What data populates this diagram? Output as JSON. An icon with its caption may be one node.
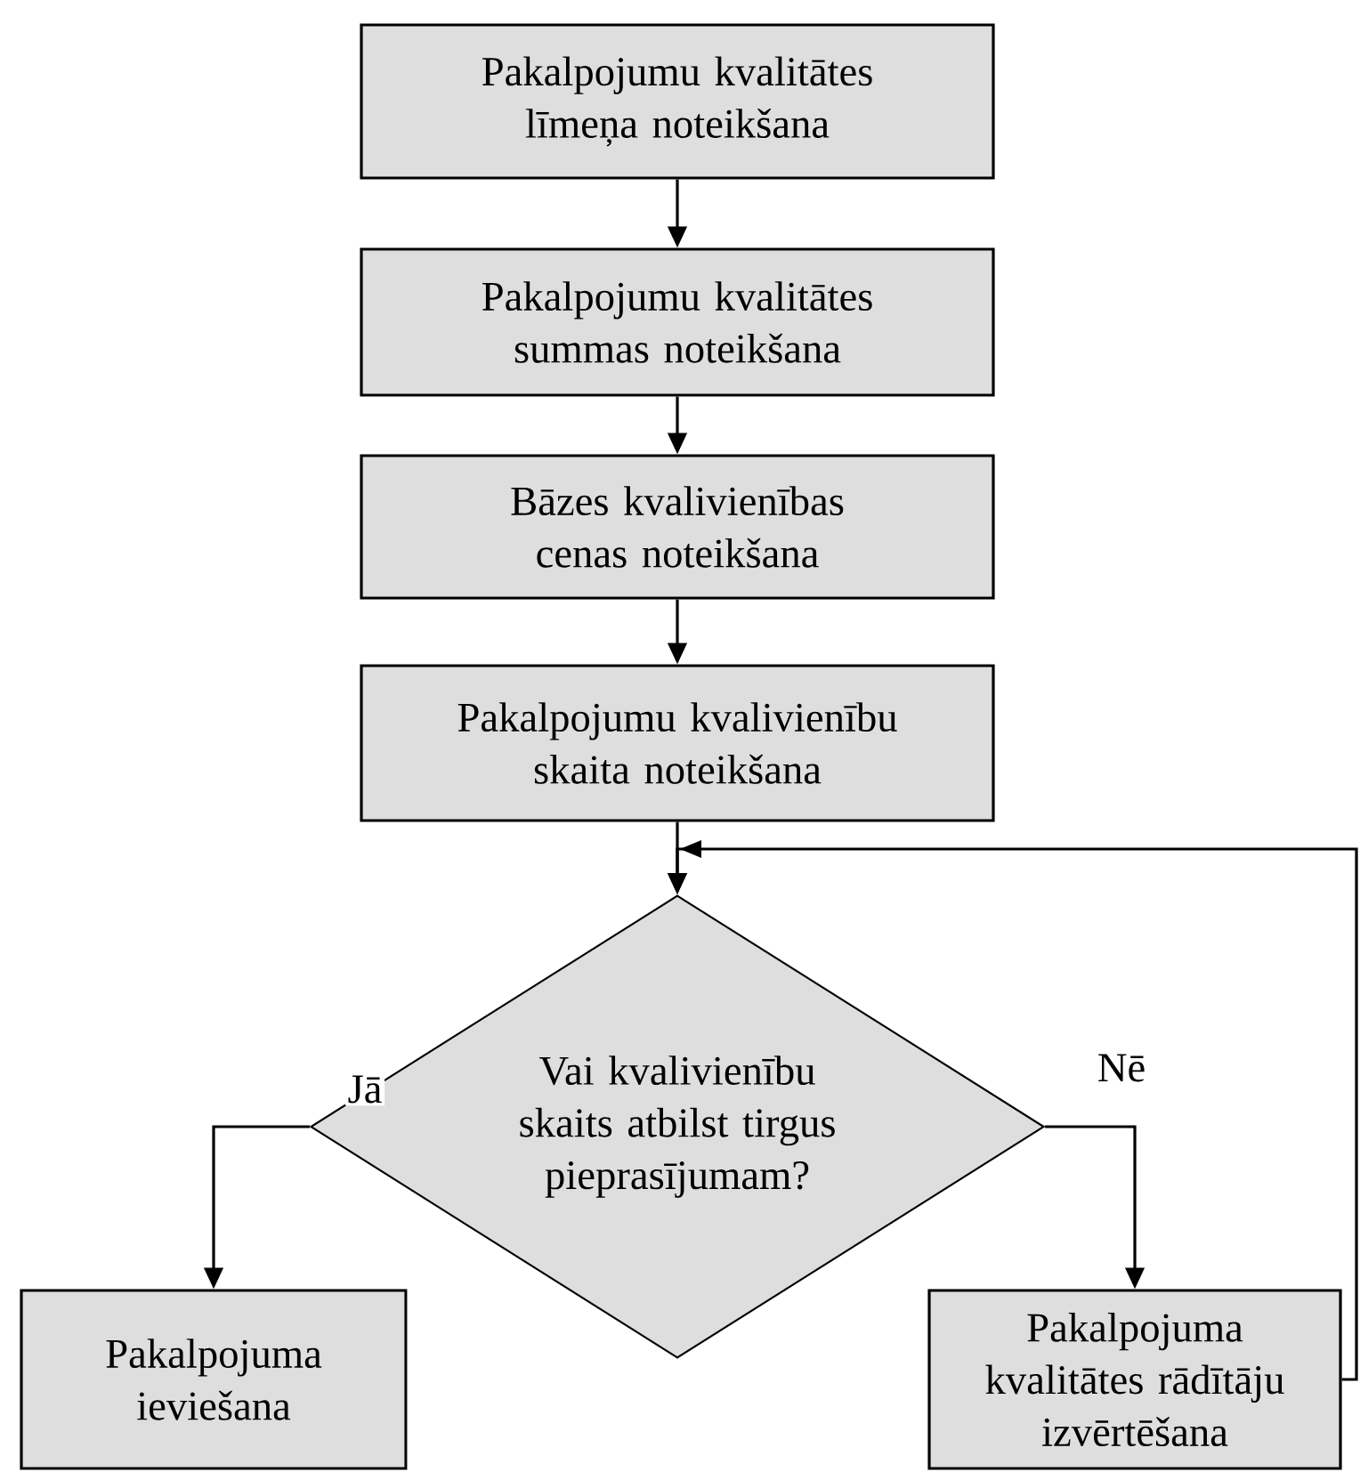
{
  "diagram": {
    "nodes": [
      {
        "text": [
          "Pakalpojumu kvalitātes līmeņa noteikšana"
        ]
      },
      {
        "text": [
          "Pakalpojumu kvalitātes summas noteikšana"
        ]
      },
      {
        "text": [
          "Bāzes kvalivienības cenas noteikšana"
        ]
      },
      {
        "text": [
          "Pakalpojumu kvalivienību skaita noteikšana"
        ]
      },
      {
        "text": [
          "Vai kvalivienību skaits atbilst tirgus pieprasījumam?"
        ]
      },
      {
        "text": [
          "Pakalpojuma ieviešana"
        ]
      },
      {
        "text": [
          "Pakalpojuma kvalitātes rādītāju izvērtēšana"
        ]
      }
    ],
    "edges": [
      {
        "from": 0,
        "to": 1,
        "arrow": "to"
      },
      {
        "from": 1,
        "to": 2,
        "arrow": "to"
      },
      {
        "from": 2,
        "to": 3,
        "arrow": "to"
      },
      {
        "from": 3,
        "to": 4,
        "arrow": "to"
      },
      {
        "from": 4,
        "to": 5,
        "arrow": "to",
        "label": "Jā"
      },
      {
        "from": 4,
        "to": 6,
        "arrow": "to",
        "label": "Nē"
      },
      {
        "from": 6,
        "to": 4,
        "arrow": "to"
      }
    ]
  }
}
